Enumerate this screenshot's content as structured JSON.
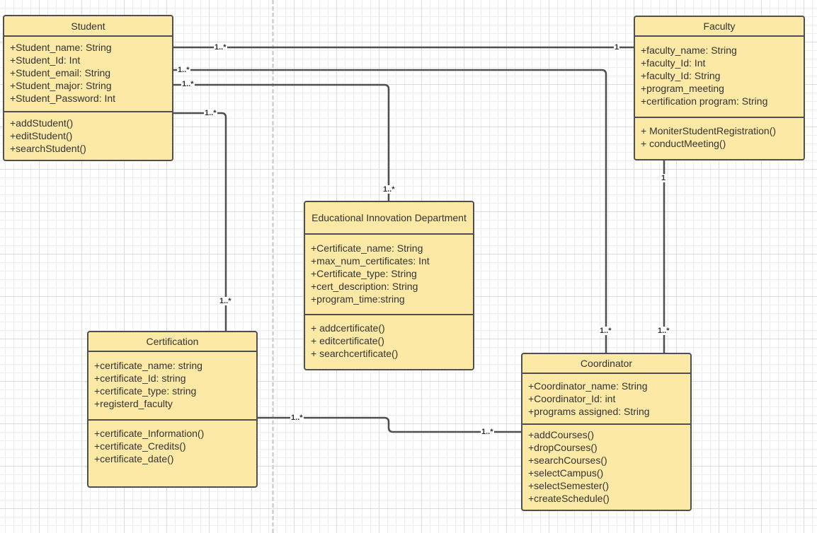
{
  "classes": {
    "student": {
      "name": "Student",
      "attributes": [
        "+Student_name: String",
        "+Student_Id: Int",
        "+Student_email: String",
        "+Student_major: String",
        "+Student_Password: Int"
      ],
      "methods": [
        "+addStudent()",
        "+editStudent()",
        "+searchStudent()"
      ]
    },
    "faculty": {
      "name": "Faculty",
      "attributes": [
        "+faculty_name: String",
        "+faculty_Id: Int",
        "+faculty_Id: String",
        "+program_meeting",
        "+certification program: String"
      ],
      "methods": [
        "+ MoniterStudentRegistration()",
        "+ conductMeeting()"
      ]
    },
    "eid": {
      "name": "Educational Innovation Department",
      "attributes": [
        "+Certificate_name: String",
        "+max_num_certificates: Int",
        "+Certificate_type: String",
        "+cert_description: String",
        "+program_time:string"
      ],
      "methods": [
        "+ addcertificate()",
        "+ editcertificate()",
        "+ searchcertificate()"
      ]
    },
    "certification": {
      "name": "Certification",
      "attributes": [
        "+certificate_name: string",
        "+certificate_Id: string",
        "+certificate_type: string",
        "+registerd_faculty"
      ],
      "methods": [
        "+certificate_Information()",
        "+certificate_Credits()",
        "+certificate_date()"
      ]
    },
    "coordinator": {
      "name": "Coordinator",
      "attributes": [
        "+Coordinator_name: String",
        "+Coordinator_Id: int",
        "+programs assigned: String"
      ],
      "methods": [
        "+addCourses()",
        "+dropCourses()",
        "+searchCourses()",
        "+selectCampus()",
        "+selectSemester()",
        "+createSchedule()"
      ]
    }
  },
  "associations": [
    {
      "from": "Student",
      "to": "Faculty",
      "from_mult": "1..*",
      "to_mult": "1"
    },
    {
      "from": "Student",
      "to": "Coordinator",
      "from_mult": "1..*",
      "to_mult": "1..*"
    },
    {
      "from": "Student",
      "to": "Educational Innovation Department",
      "from_mult": "1..*",
      "to_mult": "1..*"
    },
    {
      "from": "Student",
      "to": "Certification",
      "from_mult": "1..*",
      "to_mult": "1..*"
    },
    {
      "from": "Faculty",
      "to": "Coordinator",
      "from_mult": "1",
      "to_mult": "1..*"
    },
    {
      "from": "Certification",
      "to": "Coordinator",
      "from_mult": "1..*",
      "to_mult": "1..*"
    }
  ],
  "colors": {
    "class_fill": "#fde9a6",
    "class_border": "#4f4f4f",
    "line": "#4f4f4f"
  }
}
